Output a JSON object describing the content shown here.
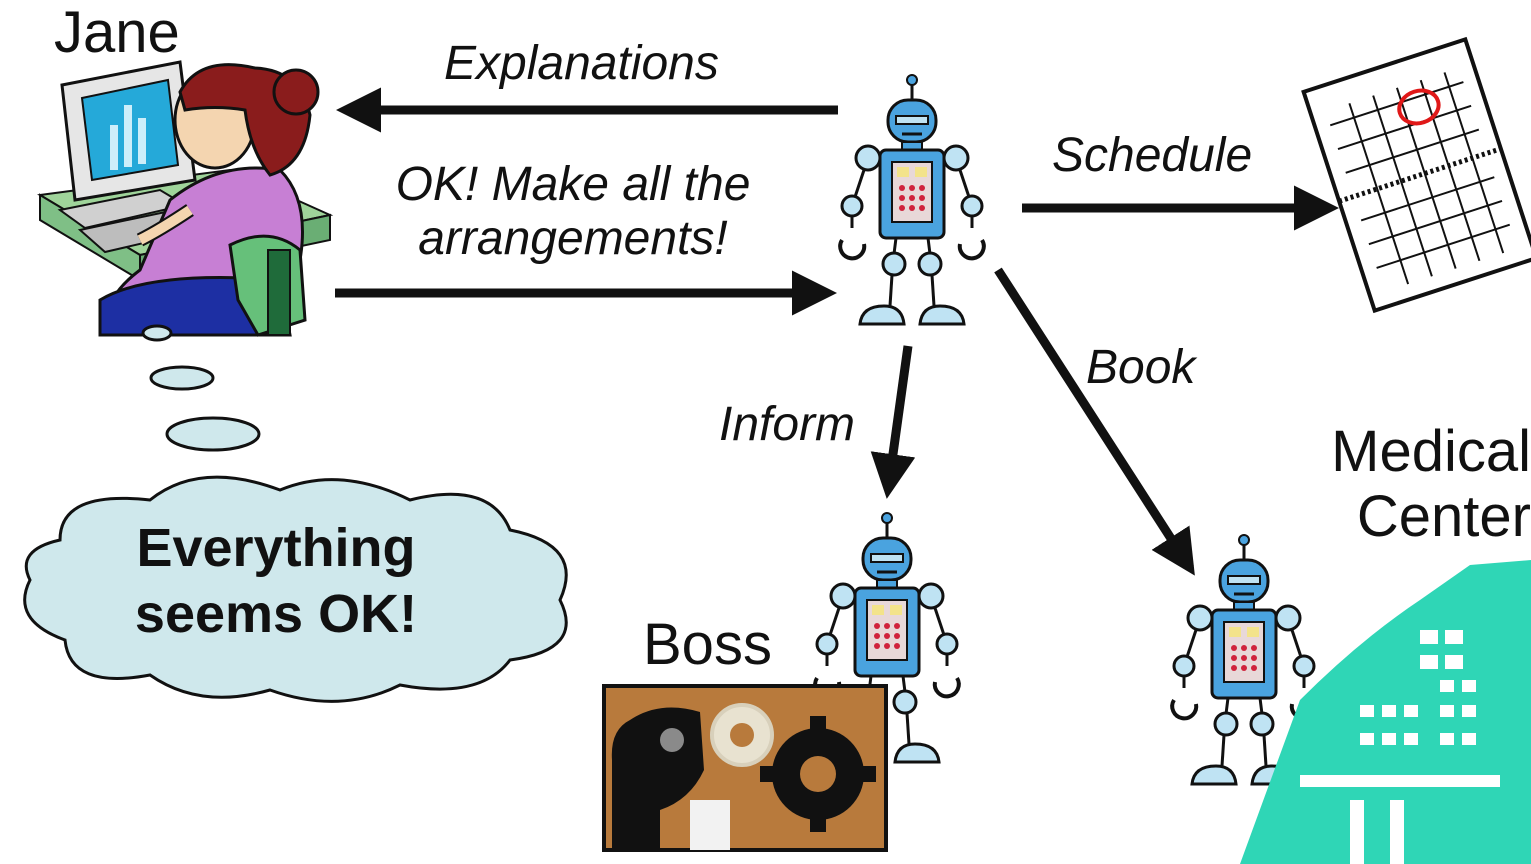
{
  "actors": {
    "user": "Jane",
    "boss": "Boss",
    "medical_center": [
      "Medical",
      "Center"
    ]
  },
  "arrows": {
    "explanations": "Explanations",
    "ok_make": [
      "OK! Make all the",
      "arrangements!"
    ],
    "schedule": "Schedule",
    "book": "Book",
    "inform": "Inform"
  },
  "thought_bubble": [
    "Everything",
    "seems OK!"
  ],
  "colors": {
    "robot_blue": "#4aa3df",
    "robot_light": "#bfe3f3",
    "robot_panel": "#e8d8d8",
    "robot_lights": "#d0233c",
    "cloud_fill": "#cfe8ec",
    "building_teal": "#2fd6b6",
    "jane_dress": "#c77fd4",
    "jane_hair": "#8a1c1c",
    "boss_bg": "#b87a3c",
    "calendar_circle": "#e01818"
  }
}
